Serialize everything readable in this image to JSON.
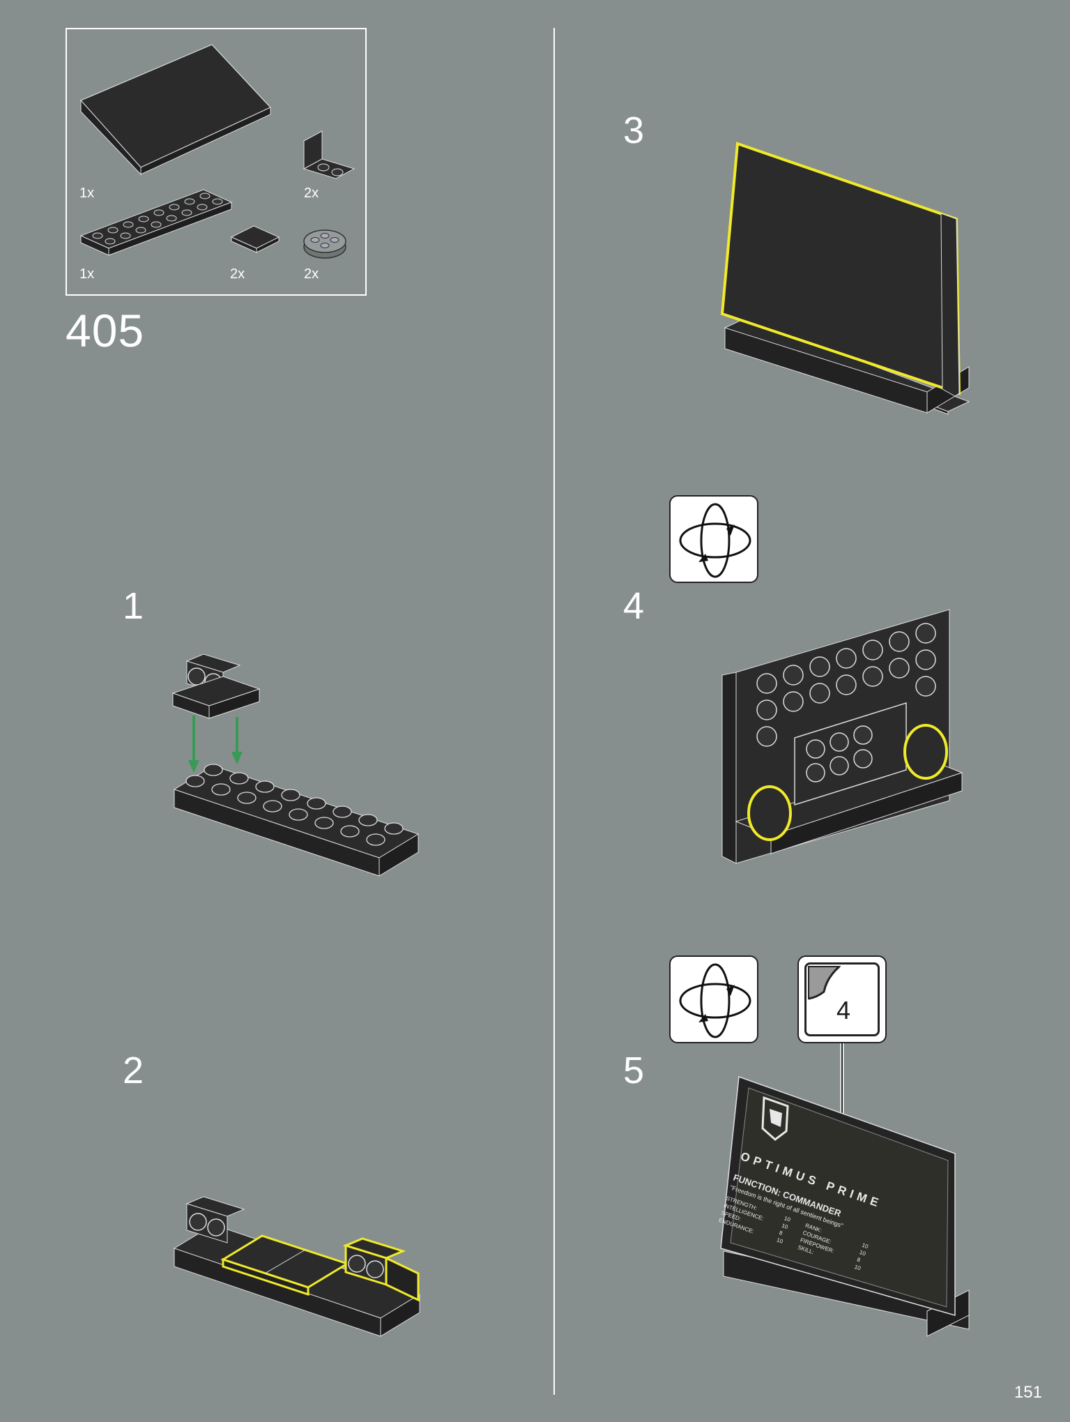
{
  "parts_list": {
    "items": [
      {
        "name": "slope-panel",
        "qty": "1x"
      },
      {
        "name": "bracket",
        "qty": "2x"
      },
      {
        "name": "plate-2x8",
        "qty": "1x"
      },
      {
        "name": "tile-2x2",
        "qty": "2x"
      },
      {
        "name": "round-plate",
        "qty": "2x"
      }
    ]
  },
  "sub_build_number": "405",
  "steps": [
    {
      "number": "1"
    },
    {
      "number": "2"
    },
    {
      "number": "3"
    },
    {
      "number": "4"
    },
    {
      "number": "5"
    }
  ],
  "sticker": {
    "callout_number": "4",
    "name": "OPTIMUS PRIME",
    "function": "FUNCTION: COMMANDER",
    "quote": "\"Freedom is the right of all sentient beings\"",
    "stats_left": [
      {
        "label": "STRENGTH:",
        "value": "10"
      },
      {
        "label": "INTELLIGENCE:",
        "value": "10"
      },
      {
        "label": "SPEED:",
        "value": "8"
      },
      {
        "label": "ENDURANCE:",
        "value": "10"
      }
    ],
    "stats_right": [
      {
        "label": "RANK:",
        "value": "10"
      },
      {
        "label": "COURAGE:",
        "value": "10"
      },
      {
        "label": "FIREPOWER:",
        "value": "8"
      },
      {
        "label": "SKILL:",
        "value": "10"
      }
    ]
  },
  "icons": {
    "rotate_step4": "rotate-model-icon",
    "rotate_step5": "rotate-model-icon",
    "sticker": "sticker-peel-icon"
  },
  "colors": {
    "background": "#878e8e",
    "brick": "#2b2b2b",
    "highlight": "#f0ea2a",
    "arrow": "#3a9a55"
  },
  "page_number": "151"
}
